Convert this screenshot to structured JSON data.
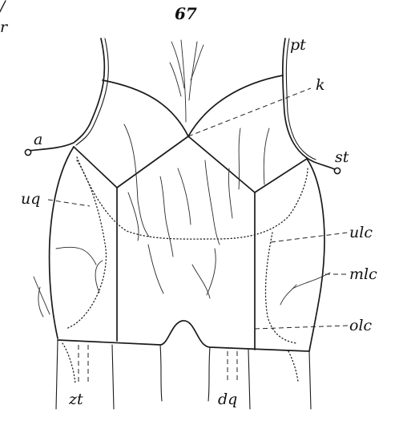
{
  "figure": {
    "number": "67",
    "corner_mark_top": "/",
    "corner_mark_mid": "r"
  },
  "labels": {
    "pt": "pt",
    "k": "k",
    "a": "a",
    "st": "st",
    "uq": "uq",
    "ulc": "ulc",
    "mlc": "mlc",
    "olc": "olc",
    "zt": "zt",
    "dq": "dq"
  }
}
